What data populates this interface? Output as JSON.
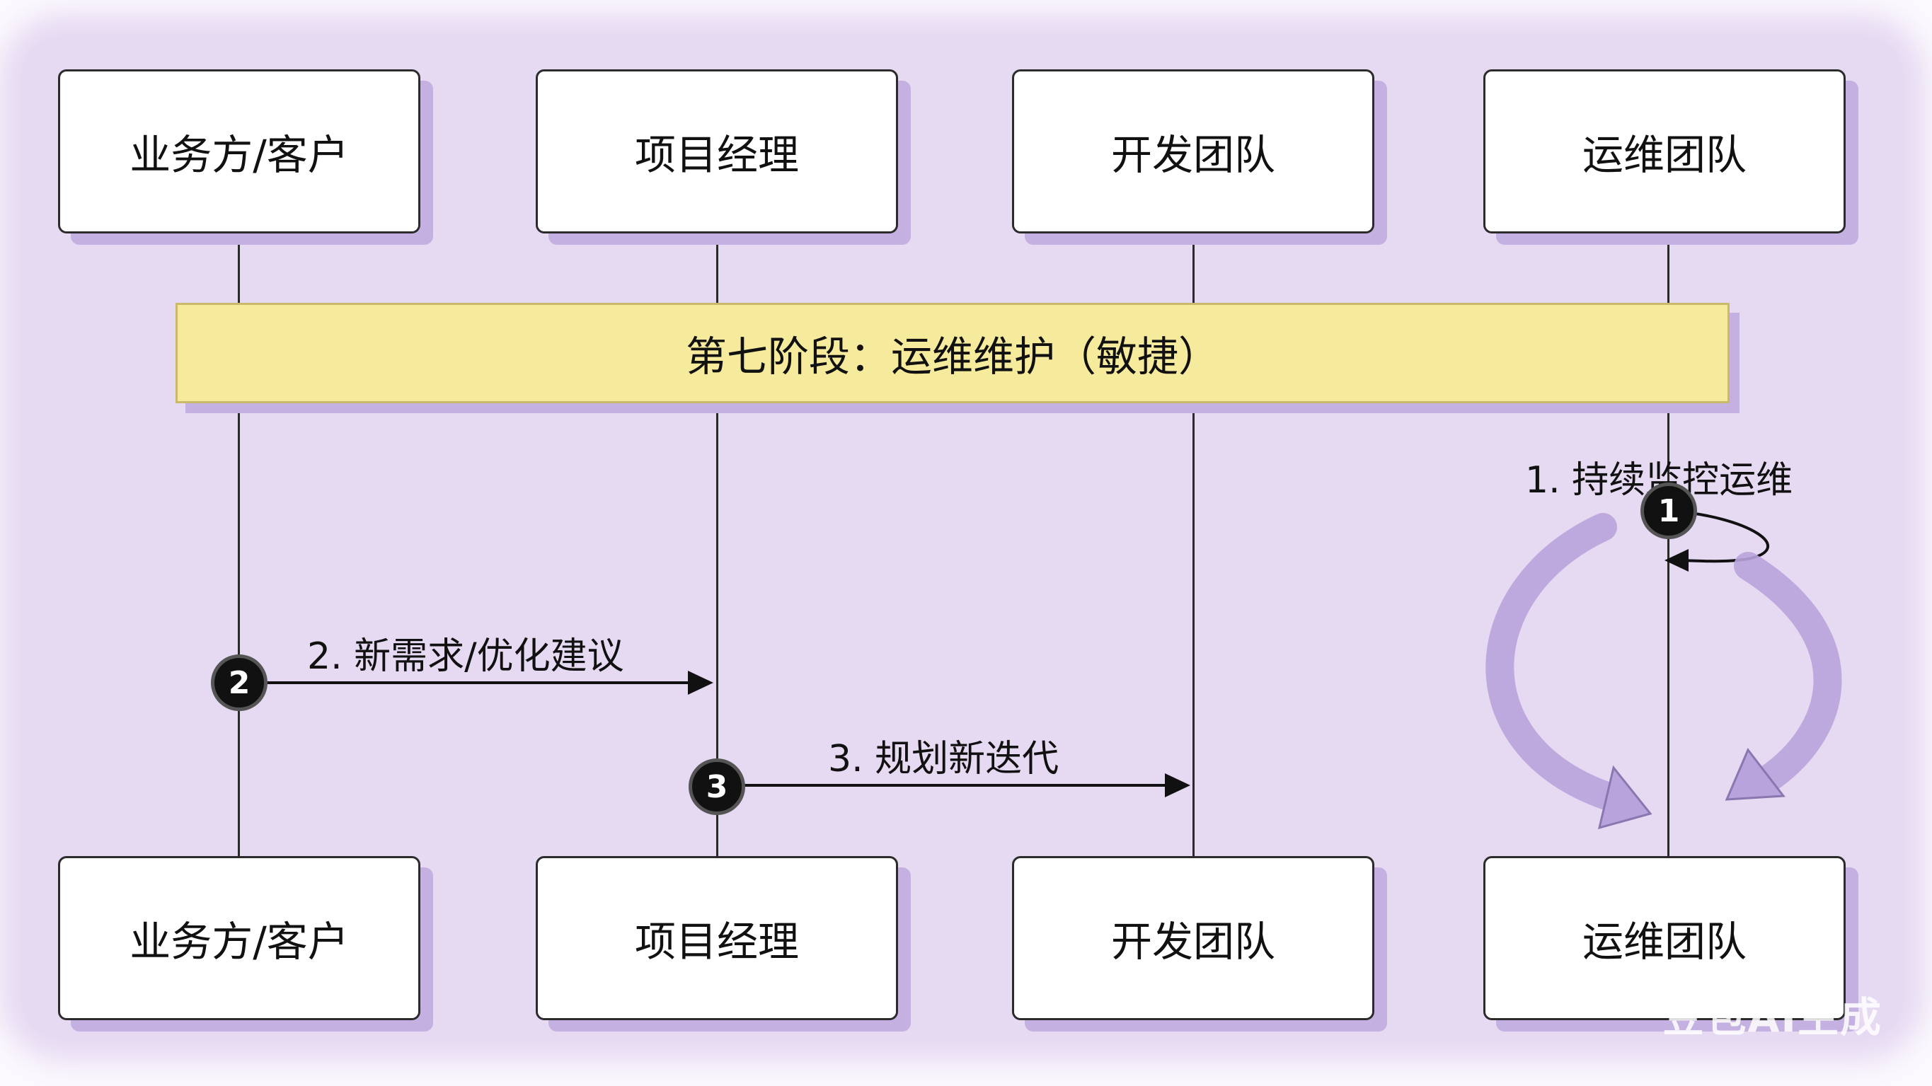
{
  "phase": {
    "label": "第七阶段：运维维护（敏捷）"
  },
  "actors_top": [
    {
      "label": "业务方/客户"
    },
    {
      "label": "项目经理"
    },
    {
      "label": "开发团队"
    },
    {
      "label": "运维团队"
    }
  ],
  "actors_bottom": [
    {
      "label": "业务方/客户"
    },
    {
      "label": "项目经理"
    },
    {
      "label": "开发团队"
    },
    {
      "label": "运维团队"
    }
  ],
  "messages": [
    {
      "step": "1",
      "label": "1. 持续监控运维",
      "from": "运维团队",
      "to": "运维团队"
    },
    {
      "step": "2",
      "label": "2. 新需求/优化建议",
      "from": "业务方/客户",
      "to": "项目经理"
    },
    {
      "step": "3",
      "label": "3. 规划新迭代",
      "from": "项目经理",
      "to": "开发团队"
    }
  ],
  "colors": {
    "background_wash": "#e6d9f2",
    "phase_band": "#f6ea9c",
    "box_shadow": "#c5b1e1",
    "cycle_arrow": "#cdbce6"
  },
  "watermark": "豆包AI生成"
}
